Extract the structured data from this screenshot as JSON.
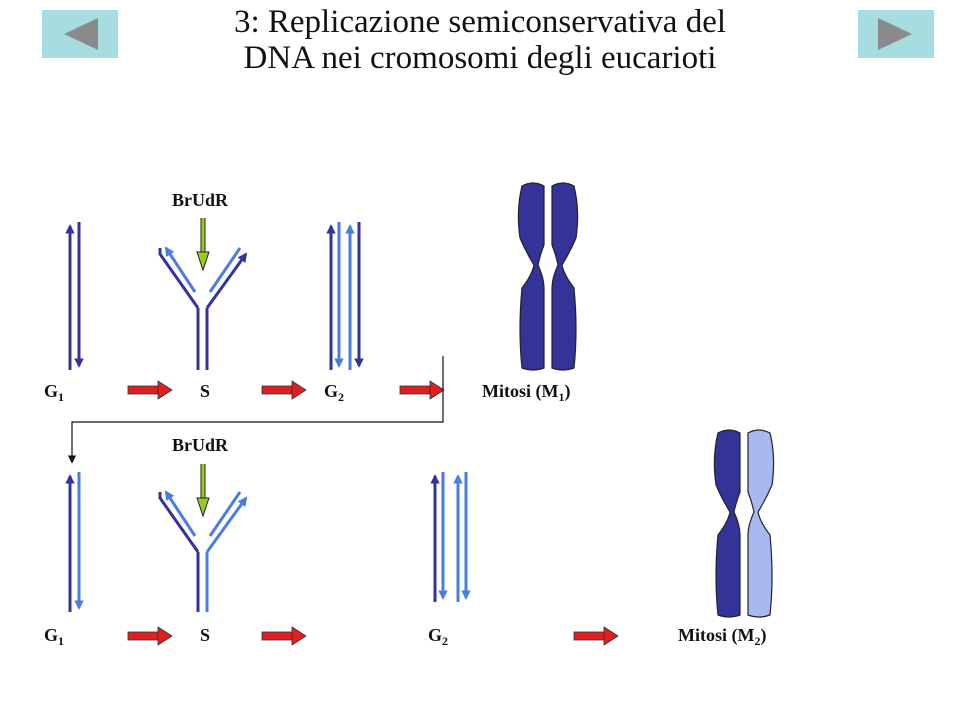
{
  "header": {
    "title_line1": "3: Replicazione semiconservativa del",
    "title_line2": "DNA nei cromosomi degli eucarioti",
    "prev_icon": "triangle-left-icon",
    "next_icon": "triangle-right-icon"
  },
  "colors": {
    "dark_strand": "#333399",
    "light_strand": "#4a7de0",
    "pale_chromatid": "#a8b8f0",
    "phase_arrow": "#e02020",
    "brdu_arrow": "#99cc22",
    "nav_button": "#a8dde0"
  },
  "diagram": {
    "row1": {
      "brdu": "BrUdR",
      "phases": [
        "G",
        "S",
        "G",
        "Mitosi (M"
      ],
      "subscripts": [
        "1",
        "",
        "2",
        "1"
      ],
      "close": ")"
    },
    "row2": {
      "brdu": "BrUdR",
      "phases": [
        "G",
        "S",
        "G",
        "Mitosi (M"
      ],
      "subscripts": [
        "1",
        "",
        "2",
        "2"
      ],
      "close": ")"
    }
  }
}
